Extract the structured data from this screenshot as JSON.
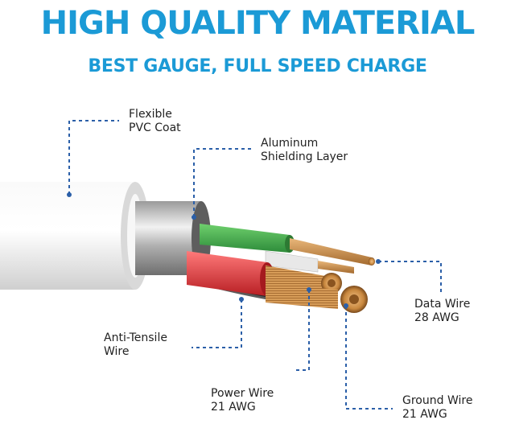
{
  "heading": {
    "title": "HIGH QUALITY MATERIAL",
    "subtitle": "BEST GAUGE, FULL SPEED CHARGE"
  },
  "labels": {
    "pvc_coat": [
      "Flexible",
      "PVC Coat"
    ],
    "aluminum_shield": [
      "Aluminum",
      "Shielding Layer"
    ],
    "data_wire": [
      "Data Wire",
      "28 AWG"
    ],
    "anti_tensile": [
      "Anti-Tensile",
      "Wire"
    ],
    "power_wire": [
      "Power Wire",
      "21 AWG"
    ],
    "ground_wire": [
      "Ground Wire",
      "21 AWG"
    ]
  },
  "colors": {
    "brand_blue": "#1b9ad6",
    "leader_line": "#2b5fa8",
    "jacket": "#ececec",
    "green_wire": "#3fae49",
    "red_wire": "#e23b3b",
    "copper": "#c98a45"
  }
}
